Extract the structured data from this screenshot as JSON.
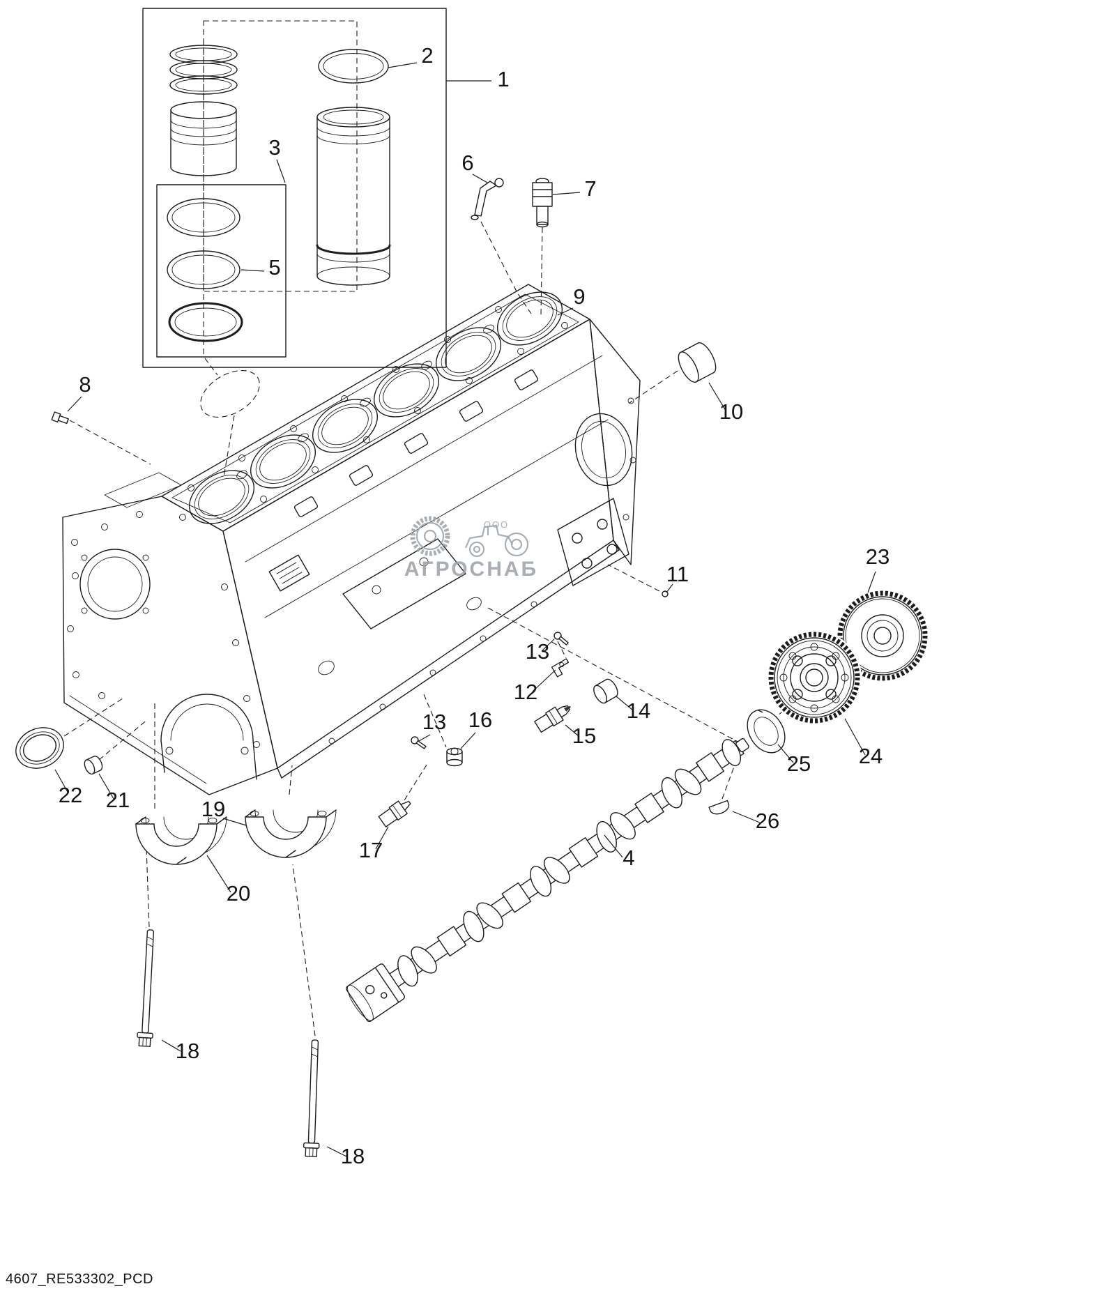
{
  "document": {
    "footer_code": "4607_RE533302_PCD",
    "background_color": "#ffffff",
    "line_color": "#1c1c1c"
  },
  "watermark": {
    "prefix": "ООО",
    "name": "АГРОСНАБ",
    "color": "#9aa0a6"
  },
  "callouts": [
    {
      "label": "1"
    },
    {
      "label": "2"
    },
    {
      "label": "3"
    },
    {
      "label": "5"
    },
    {
      "label": "6"
    },
    {
      "label": "7"
    },
    {
      "label": "8"
    },
    {
      "label": "9"
    },
    {
      "label": "10"
    },
    {
      "label": "11"
    },
    {
      "label": "13"
    },
    {
      "label": "12"
    },
    {
      "label": "14"
    },
    {
      "label": "15"
    },
    {
      "label": "13"
    },
    {
      "label": "16"
    },
    {
      "label": "17"
    },
    {
      "label": "22"
    },
    {
      "label": "21"
    },
    {
      "label": "19"
    },
    {
      "label": "20"
    },
    {
      "label": "18"
    },
    {
      "label": "18"
    },
    {
      "label": "4"
    },
    {
      "label": "25"
    },
    {
      "label": "24"
    },
    {
      "label": "23"
    },
    {
      "label": "26"
    }
  ]
}
